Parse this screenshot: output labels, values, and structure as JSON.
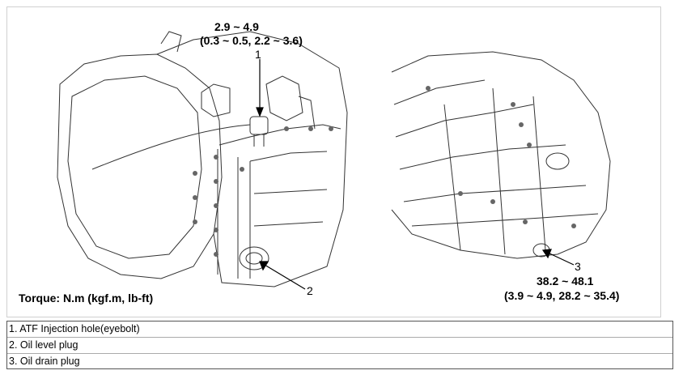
{
  "figure": {
    "callout_top": {
      "line1": "2.9 ~ 4.9",
      "line2": "(0.3 ~ 0.5, 2.2 ~ 3.6)"
    },
    "callout_bottom": {
      "line1": "38.2 ~ 48.1",
      "line2": "(3.9 ~ 4.9, 28.2 ~ 35.4)"
    },
    "torque_units": "Torque: N.m (kgf.m, lb-ft)",
    "callout_numbers": {
      "one": "1",
      "two": "2",
      "three": "3"
    }
  },
  "legend": {
    "items": [
      "1. ATF Injection hole(eyebolt)",
      "2. Oil level plug",
      "3. Oil drain plug"
    ]
  }
}
